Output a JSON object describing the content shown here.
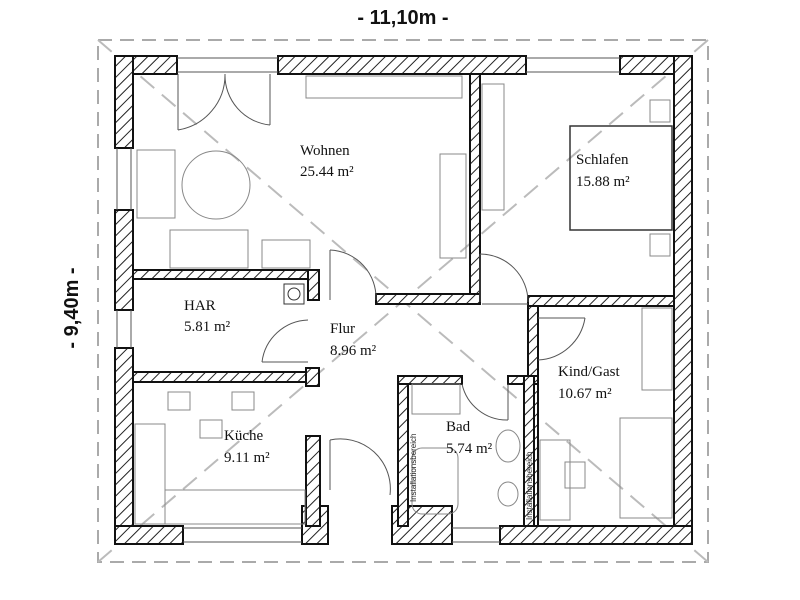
{
  "dimensions": {
    "width": "- 11,10m -",
    "height": "- 9,40m -"
  },
  "rooms": {
    "wohnen": {
      "name": "Wohnen",
      "area": "25.44 m²"
    },
    "schlafen": {
      "name": "Schlafen",
      "area": "15.88 m²"
    },
    "har": {
      "name": "HAR",
      "area": "5.81 m²"
    },
    "flur": {
      "name": "Flur",
      "area": "8.96 m²"
    },
    "kind": {
      "name": "Kind/Gast",
      "area": "10.67 m²"
    },
    "kueche": {
      "name": "Küche",
      "area": "9.11 m²"
    },
    "bad": {
      "name": "Bad",
      "area": "5.74 m²"
    }
  },
  "installation_label": "Installationsbereich",
  "colors": {
    "wall_stroke": "#111111",
    "hatch": "#222222",
    "dashed_outline": "#aaaaaa"
  }
}
